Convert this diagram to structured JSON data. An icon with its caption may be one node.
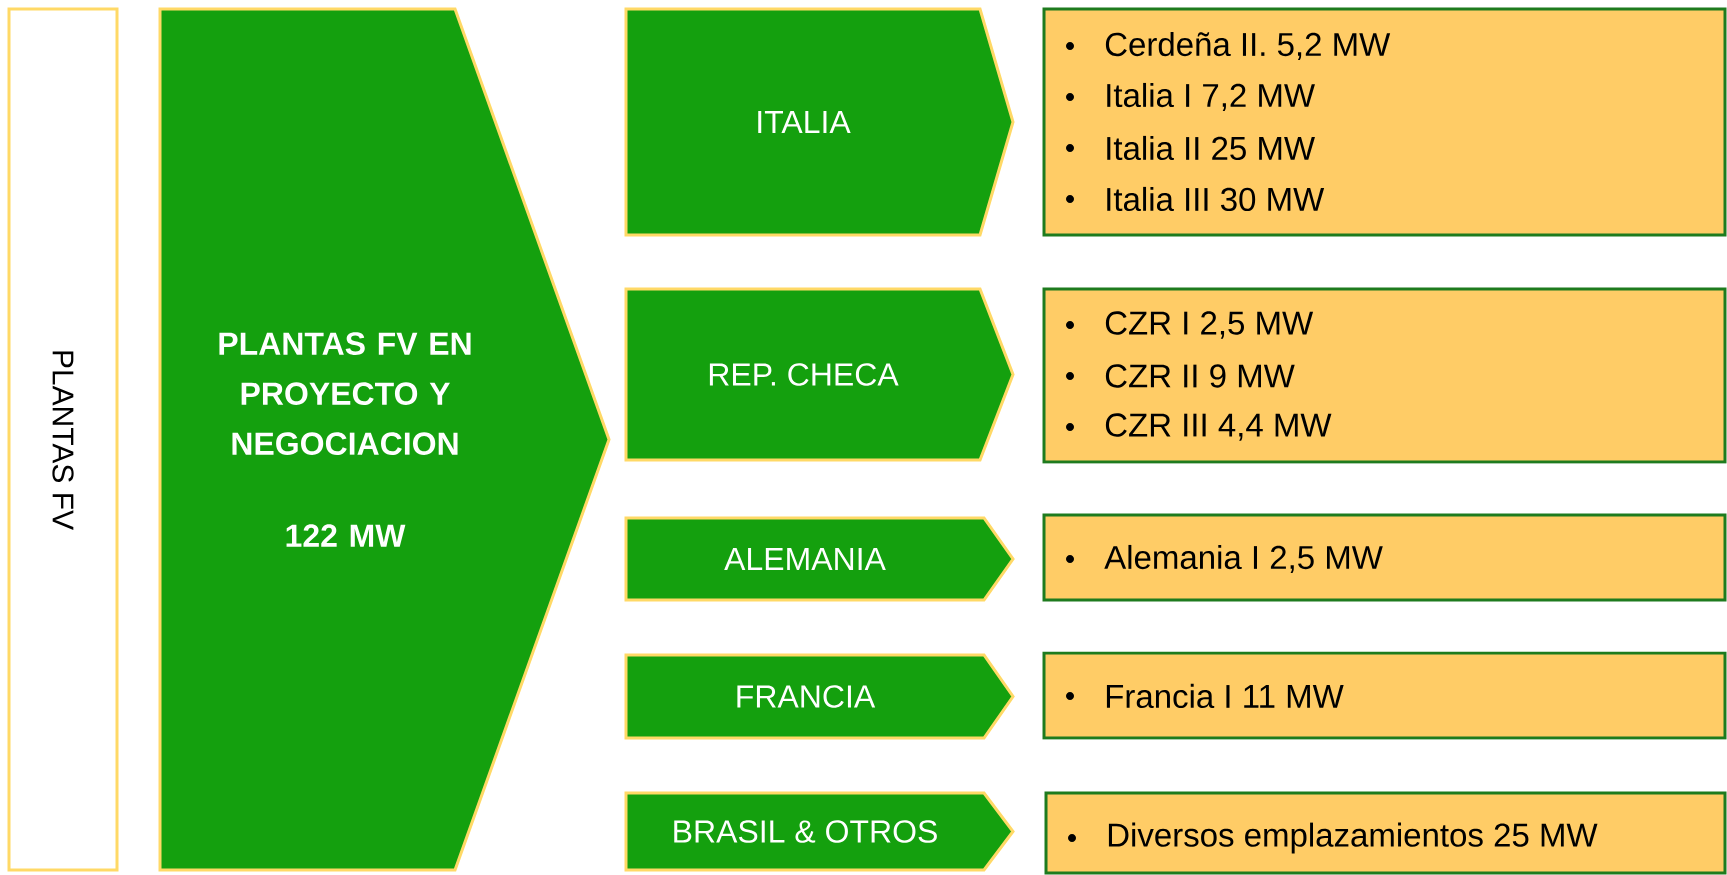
{
  "diagram": {
    "nodes": [
      {
        "text": [
          "PLANTAS FV"
        ]
      },
      {
        "text": [
          "PLANTAS FV EN PROYECTO Y NEGOCIACION",
          "122 MW"
        ]
      },
      {
        "text": [
          "ITALIA"
        ]
      },
      {
        "text": [
          "REP. CHECA"
        ]
      },
      {
        "text": [
          "ALEMANIA"
        ]
      },
      {
        "text": [
          "FRANCIA"
        ]
      },
      {
        "text": [
          "BRASIL & OTROS"
        ]
      },
      {
        "text": [
          "Cerdeña II. 5,2 MW",
          "Italia I 7,2 MW",
          "Italia II 25 MW",
          "Italia III 30 MW"
        ]
      },
      {
        "text": [
          "CZR I 2,5 MW",
          "CZR II 9 MW",
          "CZR III 4,4 MW"
        ]
      },
      {
        "text": [
          "Alemania I 2,5 MW"
        ]
      },
      {
        "text": [
          "Francia I 11 MW"
        ]
      },
      {
        "text": [
          "Diversos emplazamientos 25 MW"
        ]
      }
    ]
  }
}
